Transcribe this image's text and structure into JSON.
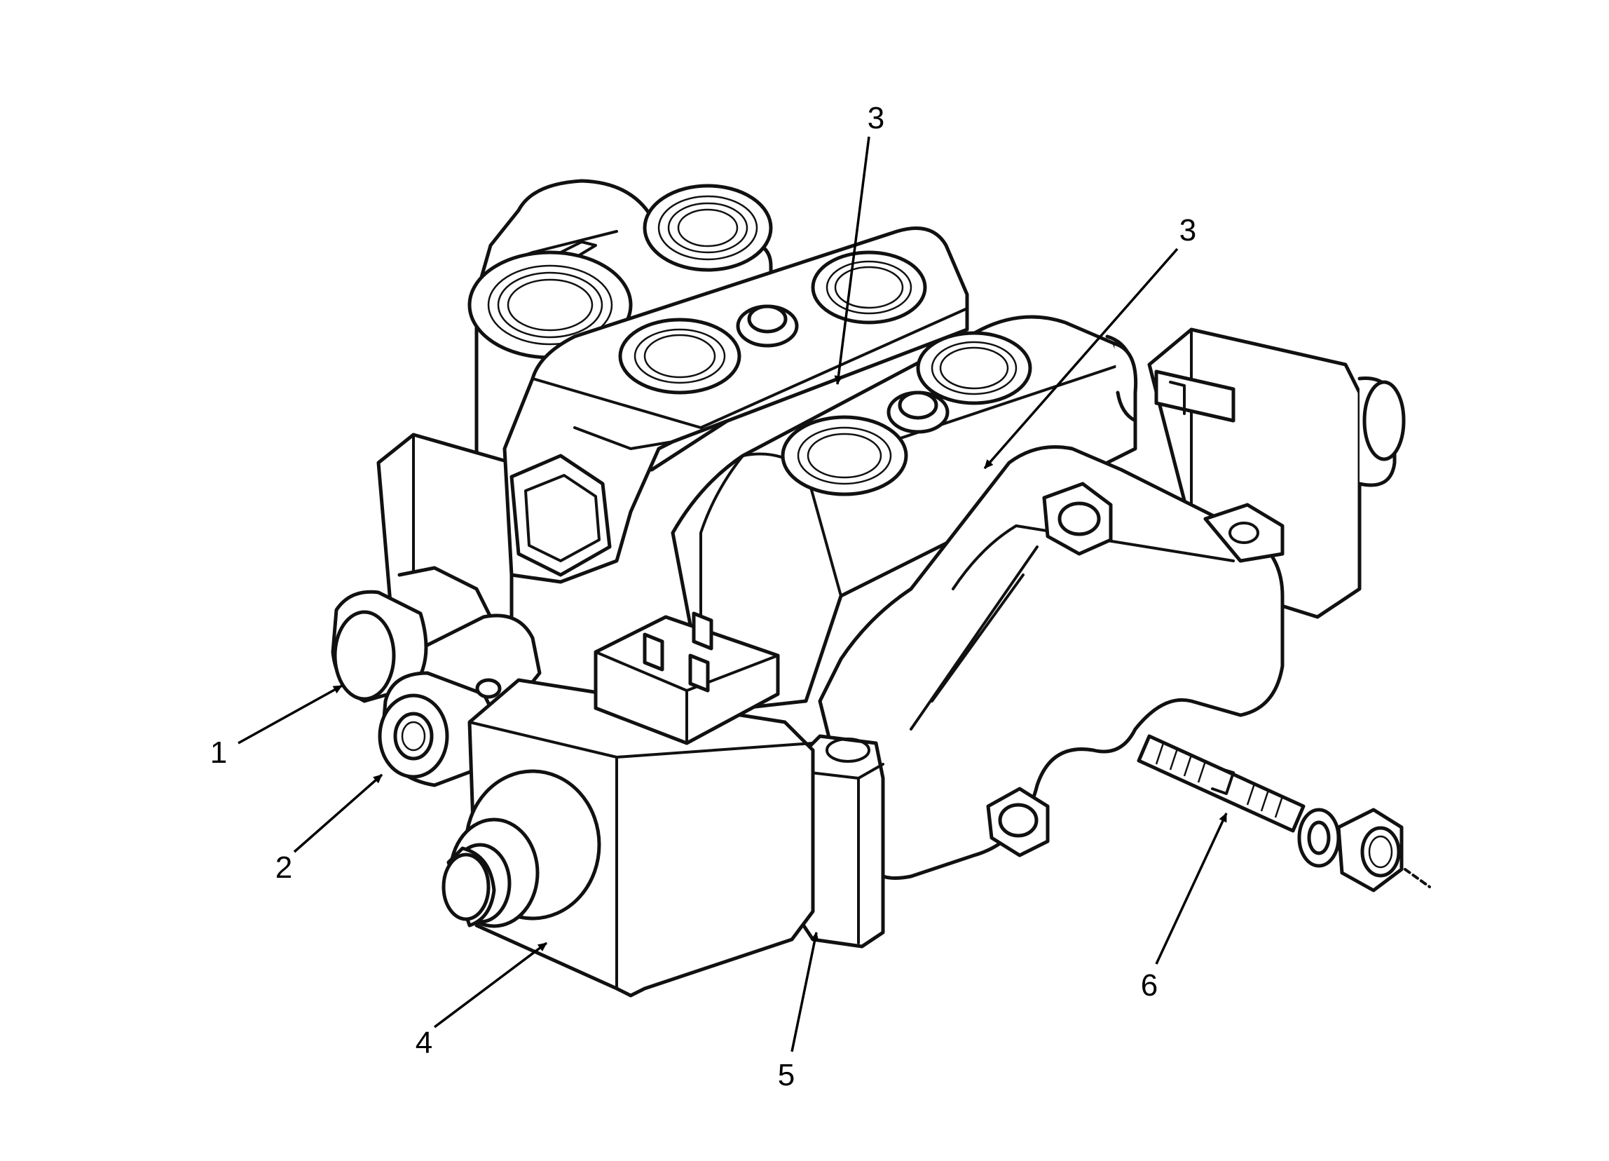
{
  "callouts": [
    {
      "id": "c1",
      "label": "1"
    },
    {
      "id": "c2",
      "label": "2"
    },
    {
      "id": "c3a",
      "label": "3"
    },
    {
      "id": "c3b",
      "label": "3"
    },
    {
      "id": "c4",
      "label": "4"
    },
    {
      "id": "c5",
      "label": "5"
    },
    {
      "id": "c6",
      "label": "6"
    }
  ]
}
